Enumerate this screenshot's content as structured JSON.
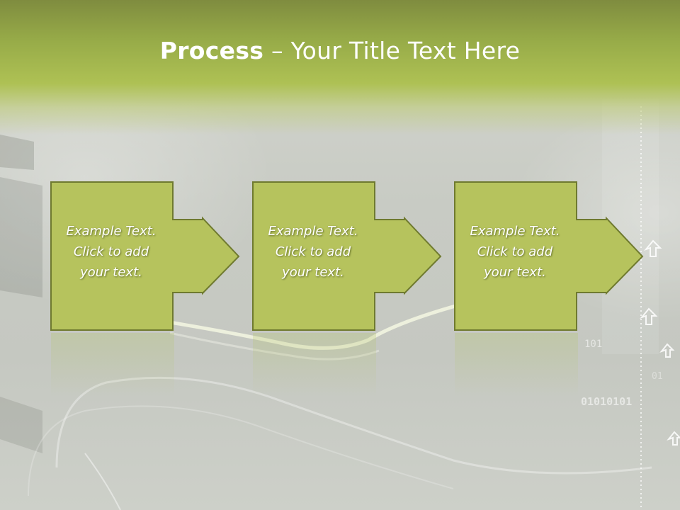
{
  "slide": {
    "title_bold": "Process",
    "title_rest": " – Your Title Text Here",
    "steps": [
      {
        "lines": [
          "Example Text.",
          "Click  to add",
          "your text."
        ]
      },
      {
        "lines": [
          "Example Text.",
          "Click  to add",
          "your text."
        ]
      },
      {
        "lines": [
          "Example Text.",
          "Click  to add",
          "your text."
        ]
      }
    ],
    "binary_text_1": "101",
    "binary_text_2": "01010101",
    "binary_text_3": "01",
    "colors": {
      "box_fill": "#b6c35d",
      "box_border": "#6f7a2f",
      "title_band": "#a8bc52",
      "background": "#c9ccc6"
    }
  }
}
